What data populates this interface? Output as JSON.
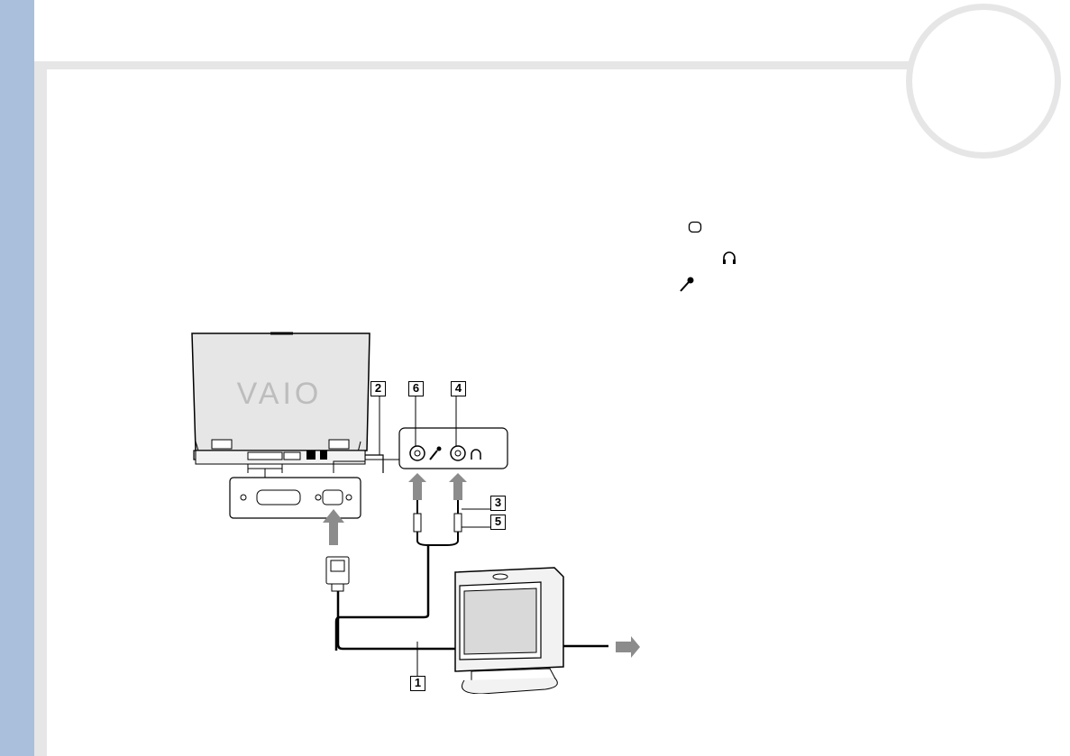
{
  "page": {
    "accent_color": "#a9bfdb",
    "rule_color": "#e6e6e6"
  },
  "legend": {
    "monitor_icon": "monitor-port-icon",
    "headphone_icon": "headphone-icon",
    "microphone_icon": "microphone-icon"
  },
  "diagram": {
    "laptop_logo": "VAIO",
    "callouts": [
      "2",
      "6",
      "4",
      "3",
      "5",
      "1"
    ]
  }
}
